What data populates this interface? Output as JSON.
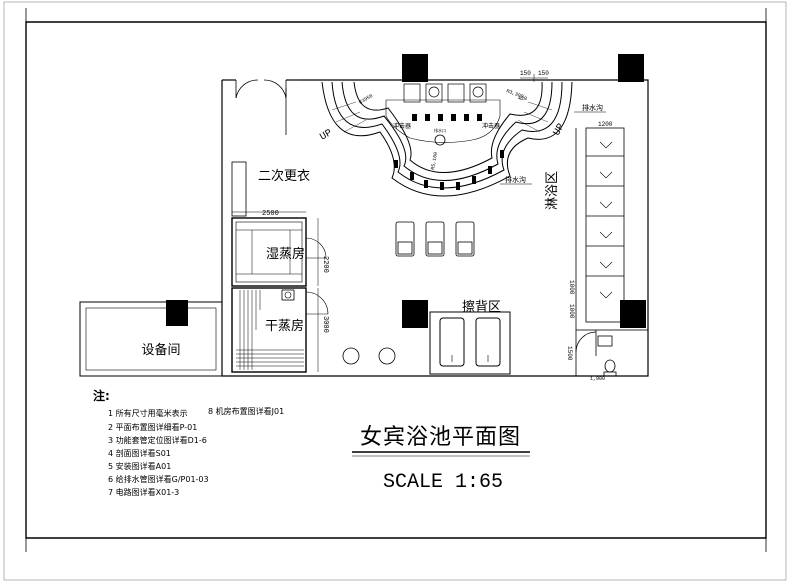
{
  "drawing": {
    "title": "女宾浴池平面图",
    "scale": "SCALE 1:65"
  },
  "rooms": {
    "second_changing": "二次更衣",
    "wet_steam": "湿蒸房",
    "dry_steam": "干蒸房",
    "equipment": "设备间",
    "shower_area": "淋浴区",
    "scrub_area": "擦背区"
  },
  "labels": {
    "up_left": "UP",
    "up_right": "UP",
    "drain_top": "排水沟",
    "drain_mid": "排水沟",
    "massage_left": "冲击器",
    "massage_right": "冲击器",
    "drain_center": "排水口"
  },
  "dimensions": {
    "d_2500": "2500",
    "d_2200": "2200",
    "d_3000": "3000",
    "d_150a": "150",
    "d_150b": "150",
    "d_1200": "1200",
    "d_1000a": "1000",
    "d_1000b": "1000",
    "d_1500": "1500",
    "d_1900": "1,900",
    "d_r3950": "R3950",
    "d_r3300": "R3,300",
    "d_r5100": "R5,100",
    "d_420": "420"
  },
  "notes": {
    "heading": "注:",
    "items": [
      "1 所有尺寸用毫米表示",
      "2 平面布置图详细看P-01",
      "3 功能套管定位图详看D1-6",
      "4 剖面图详看S01",
      "5 安装图详看A01",
      "6 给排水管图详看G/P01-03",
      "7 电路图详看X01-3"
    ],
    "item8": "8 机房布置图详看J01"
  }
}
